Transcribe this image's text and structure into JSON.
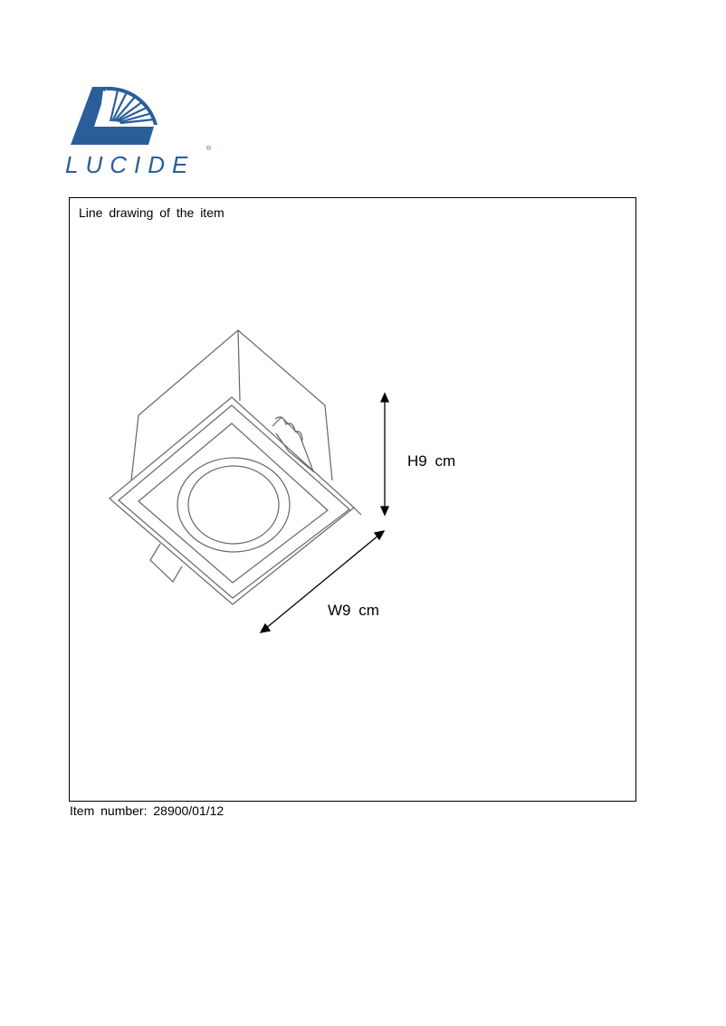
{
  "brand": {
    "name": "LUCIDE",
    "registered": "®",
    "color": "#2a5e9a"
  },
  "frame": {
    "caption": "Line drawing of the item"
  },
  "dimensions": {
    "height": "H9  cm",
    "width": "W9  cm"
  },
  "footer": {
    "item_number": "Item  number: 28900/01/12"
  }
}
